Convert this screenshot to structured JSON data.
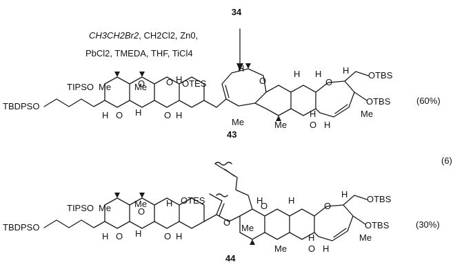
{
  "starting_material": "34",
  "conditions": {
    "line1_reagent": "CH3CH2Br2",
    "line1_rest": ", CH2Cl2, Zn0,",
    "line2": "PbCl2, TMEDA, THF, TiCl4"
  },
  "equation_number": "(6)",
  "products": [
    {
      "id": "43",
      "yield": "(60%)",
      "labels": {
        "tbdpso": "TBDPSO",
        "tipso": "TIPSO",
        "otes": "OTES",
        "otbs_top": "OTBS",
        "otbs_bottom": "OTBS",
        "me": "Me",
        "o": "O",
        "h": "H"
      }
    },
    {
      "id": "44",
      "yield": "(30%)",
      "labels": {
        "tbdpso": "TBDPSO",
        "tipso": "TIPSO",
        "otes": "OTES",
        "otbs_top": "OTBS",
        "otbs_bottom": "OTBS",
        "me": "Me",
        "o": "O",
        "h": "H"
      }
    }
  ]
}
